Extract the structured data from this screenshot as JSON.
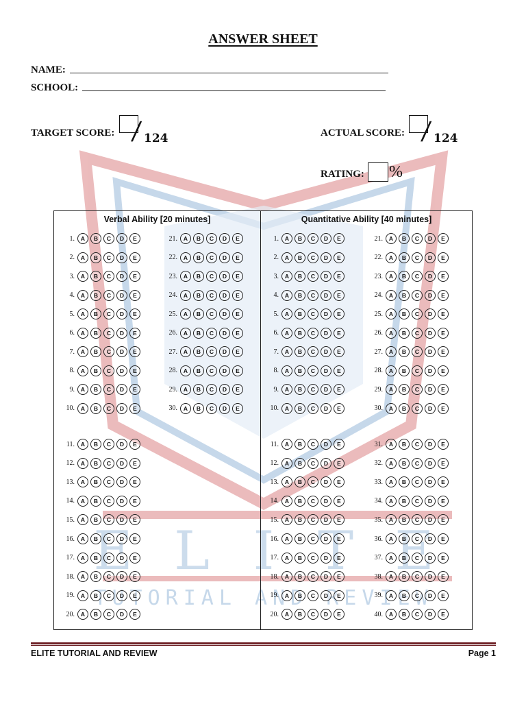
{
  "title": "ANSWER SHEET",
  "fields": [
    {
      "label": "NAME:"
    },
    {
      "label": "SCHOOL:"
    }
  ],
  "scores": {
    "target_label": "TARGET SCORE:",
    "actual_label": "ACTUAL SCORE:",
    "slash": "/",
    "denominator": "124",
    "rating_label": "RATING:",
    "percent": "%"
  },
  "sections": [
    {
      "title": "Verbal Ability [20 minutes]",
      "questions": 30
    },
    {
      "title": "Quantitative Ability [40 minutes]",
      "questions": 40
    }
  ],
  "choices": [
    "A",
    "B",
    "C",
    "D",
    "E"
  ],
  "watermark": {
    "letters": [
      "E",
      "L",
      "I",
      "T",
      "E"
    ],
    "tagline": "TUTORIAL AND REVIEW",
    "colors": {
      "red": "#d9797c",
      "blue": "#8fb3d6"
    }
  },
  "footer": {
    "left": "ELITE TUTORIAL AND REVIEW",
    "right": "Page 1"
  }
}
